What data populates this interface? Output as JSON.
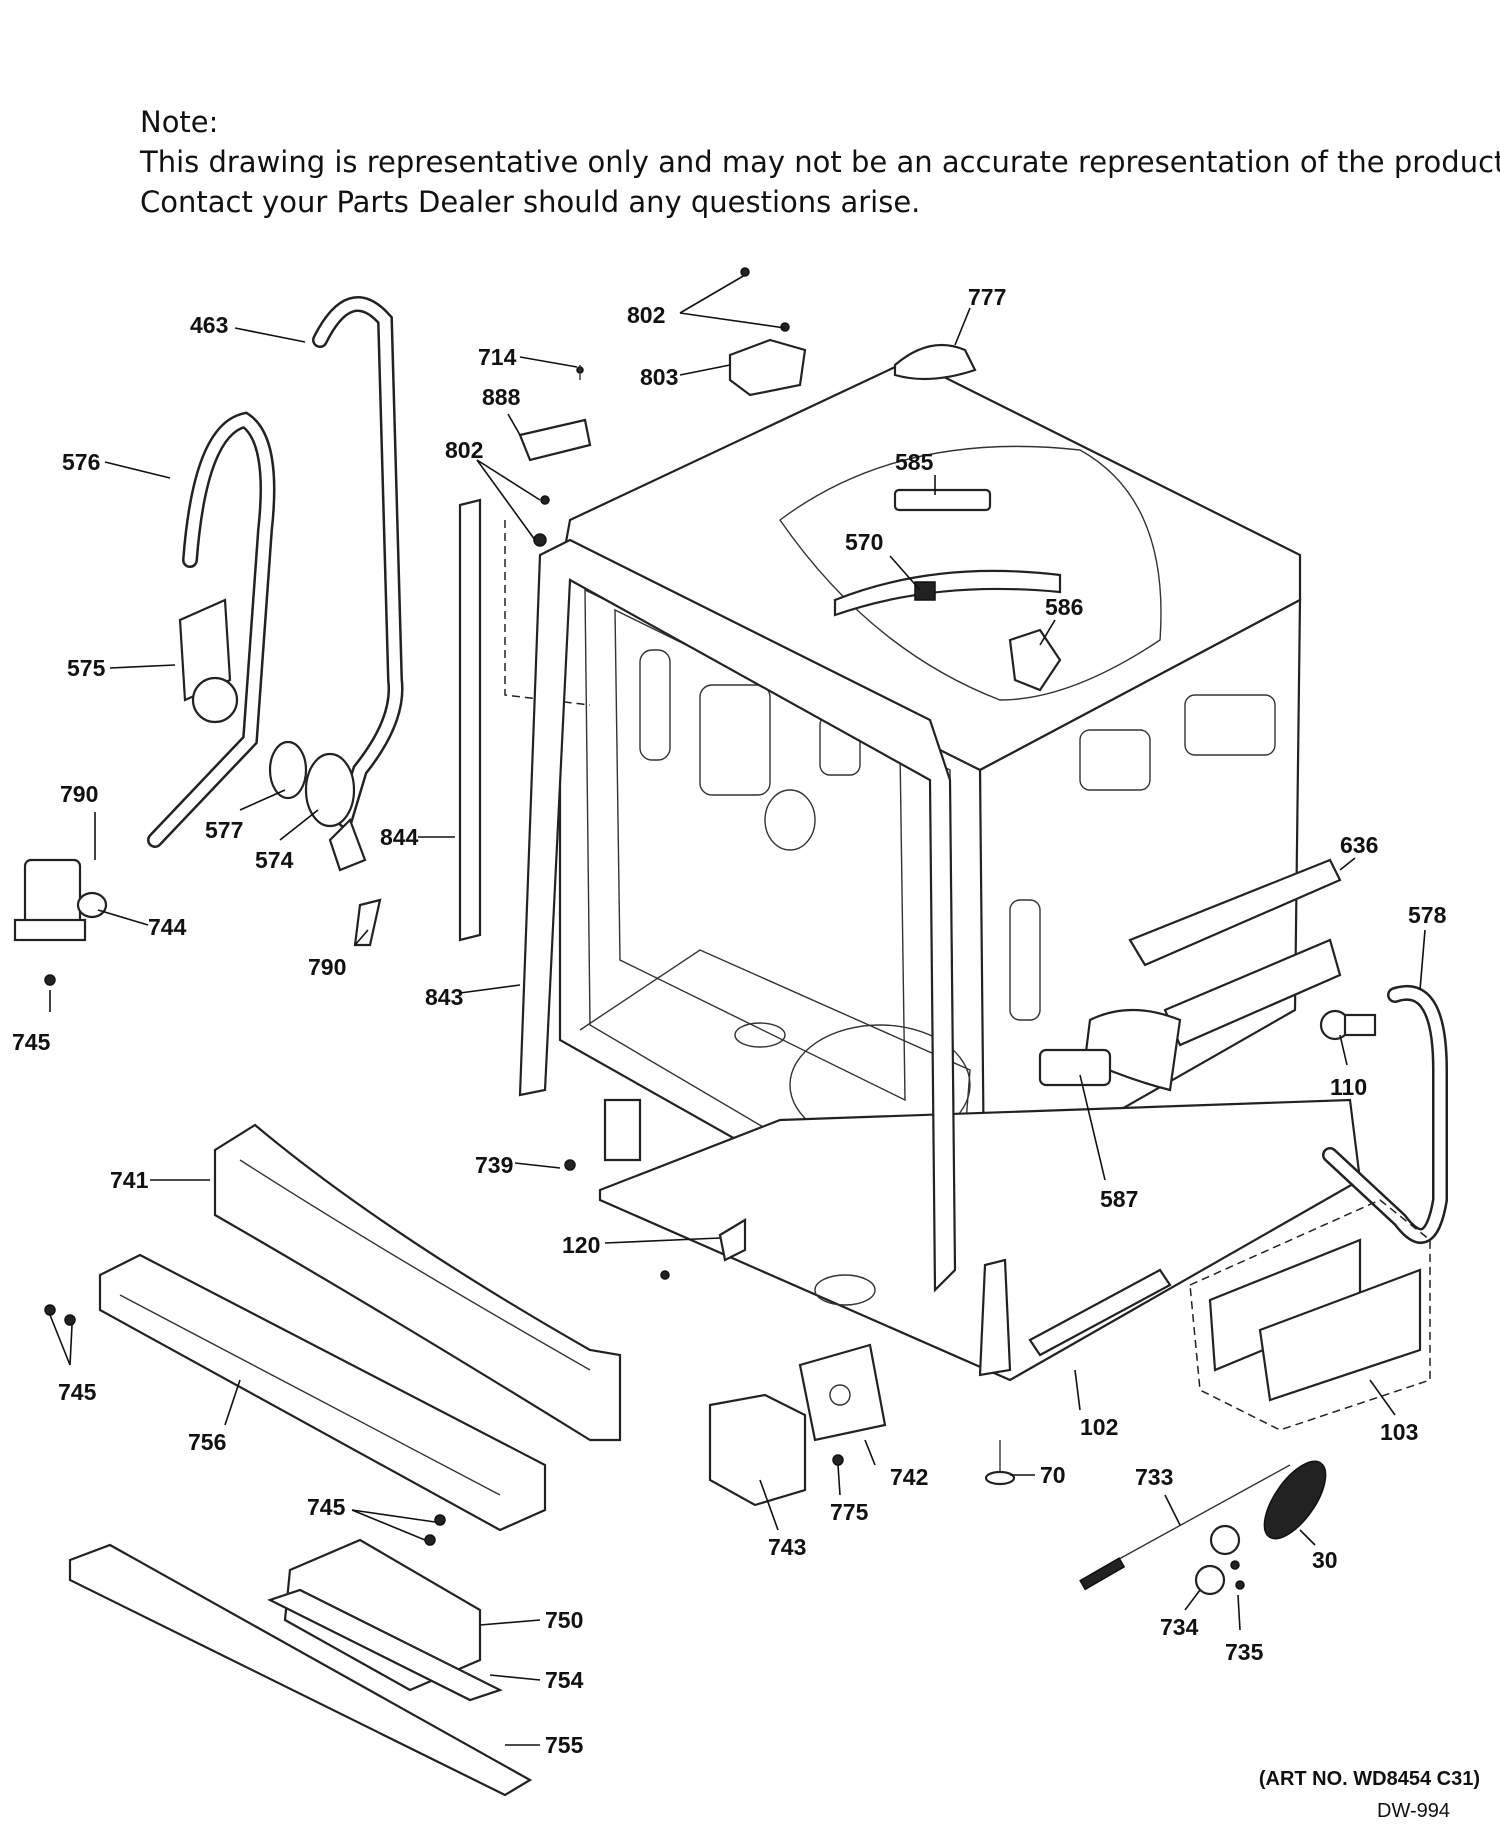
{
  "note": {
    "heading": "Note:",
    "line1": "This drawing is representative only and may not be an accurate representation of the product.",
    "line2": "Contact your Parts Dealer should any questions arise."
  },
  "callouts": [
    "463",
    "576",
    "575",
    "577",
    "574",
    "790",
    "744",
    "745",
    "790",
    "802",
    "714",
    "803",
    "888",
    "802",
    "844",
    "843",
    "777",
    "585",
    "570",
    "586",
    "636",
    "578",
    "110",
    "587",
    "739",
    "741",
    "120",
    "745",
    "756",
    "102",
    "103",
    "742",
    "743",
    "775",
    "70",
    "733",
    "30",
    "734",
    "735",
    "745",
    "750",
    "754",
    "755"
  ],
  "footer": {
    "art_no": "(ART NO. WD8454 C31)",
    "code": "DW-994"
  }
}
